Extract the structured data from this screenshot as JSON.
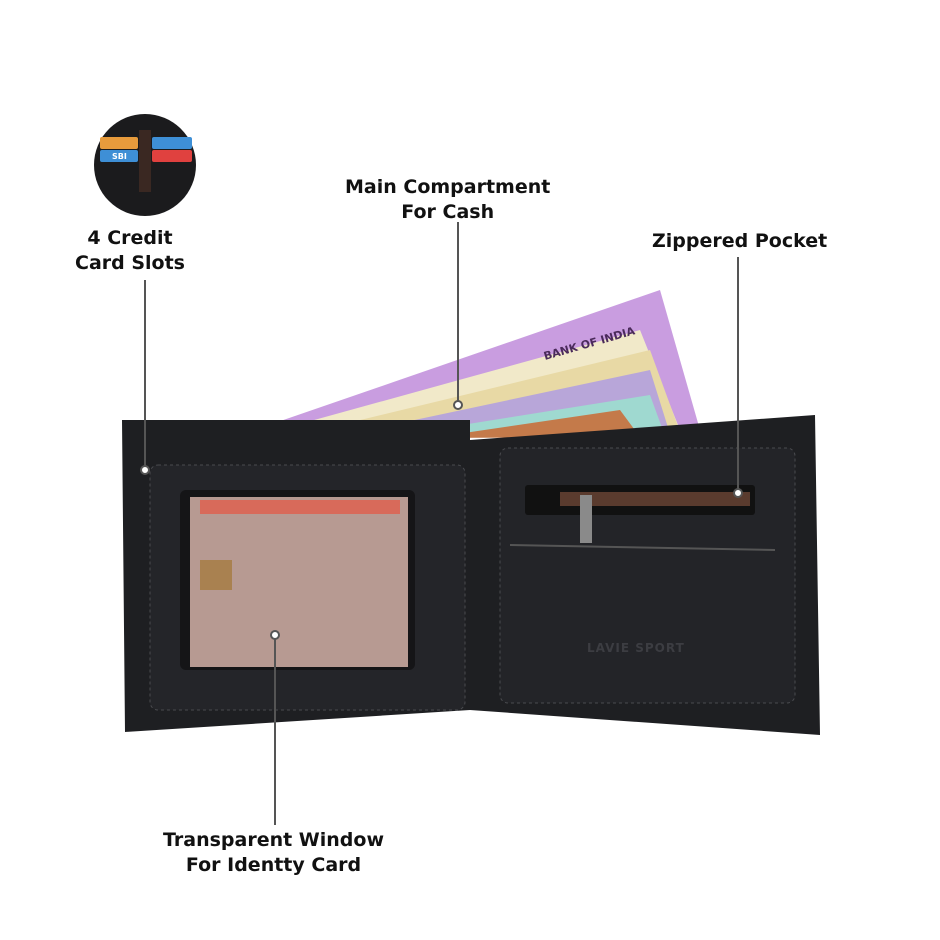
{
  "callouts": {
    "credit_slots": {
      "line1": "4 Credit",
      "line2": "Card Slots"
    },
    "main_compartment": {
      "line1": "Main Compartment",
      "line2": "For Cash"
    },
    "zippered_pocket": {
      "line1": "Zippered Pocket"
    },
    "transparent_window": {
      "line1": "Transparent Window",
      "line2": "For Identty Card"
    }
  },
  "product": {
    "brand_emboss": "LAVIE SPORT",
    "banknote_text": "BANK OF INDIA",
    "card_text": "SBI"
  },
  "colors": {
    "leather": "#1e1f22",
    "stitch": "#4a4b4f",
    "zip": "#5a3b2e",
    "callout_line": "#555555"
  }
}
